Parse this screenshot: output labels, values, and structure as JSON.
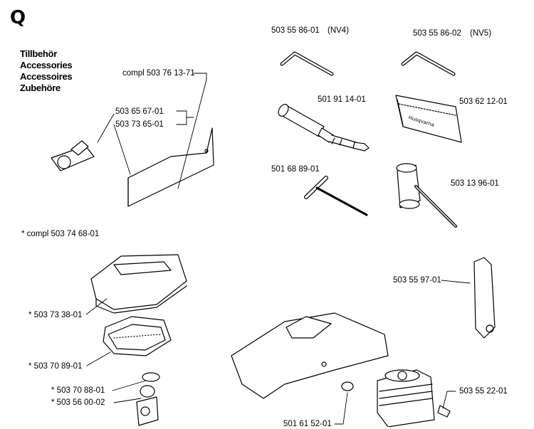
{
  "section": "Q",
  "title_lines": [
    "Tillbehör",
    "Accessories",
    "Accessoires",
    "Zubehöre"
  ],
  "labels": {
    "compl_cover": "compl 503 76 13-71",
    "p503656701": "503 65 67-01",
    "p503736501": "503 73 65-01",
    "compl_filter_kit": "* compl 503 74 68-01",
    "p503738010": "* 503 73 38-01",
    "p503708901": "* 503 70 89-01",
    "p503708801": "* 503 70 88-01",
    "p503560002": "* 503 56 00-02",
    "p503558601": "503 55 86-01",
    "nv4": "(NV4)",
    "p503558602": "503 55 86-02",
    "nv5": "(NV5)",
    "p501911401": "501 91 14-01",
    "p503621201": "503 62 12-01",
    "p501688901": "501 68 89-01",
    "p503139601": "503 13 96-01",
    "p503559701": "503 55 97-01",
    "p503552201": "503 55 22-01",
    "p501615201": "501 61 52-01"
  },
  "brand_text": "Husqvarna"
}
